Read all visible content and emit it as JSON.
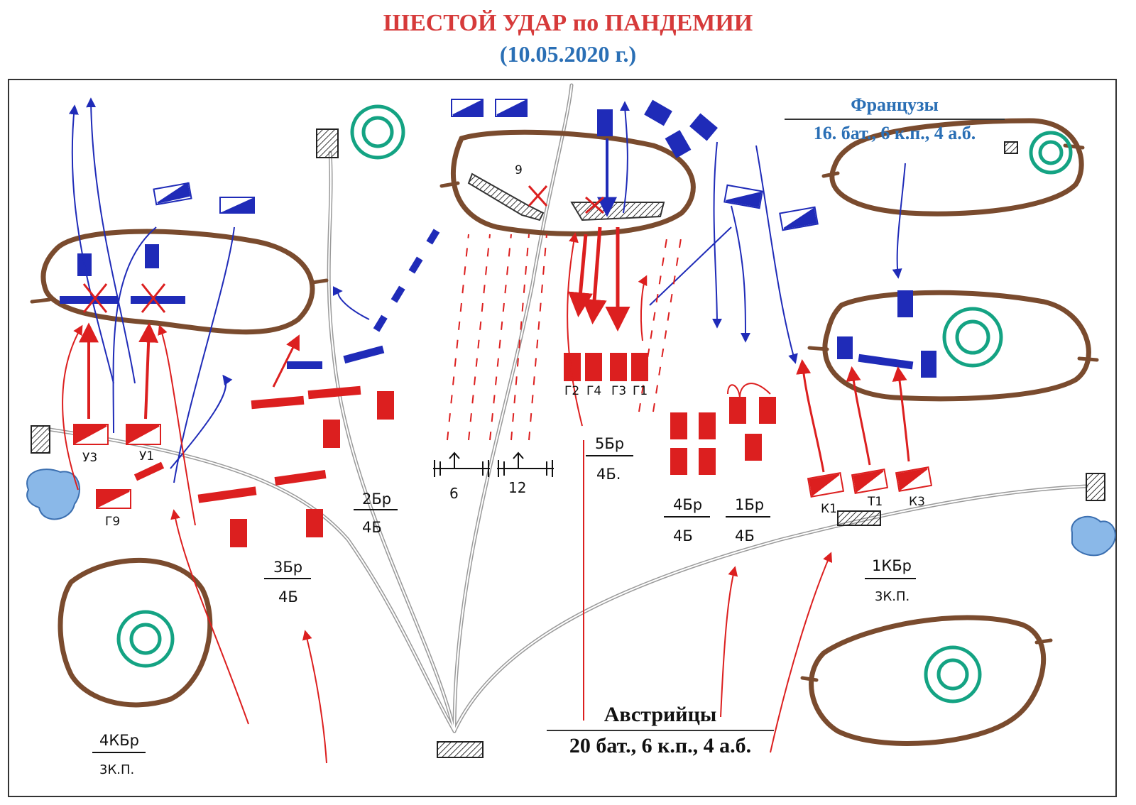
{
  "header": {
    "title": "ШЕСТОЙ УДАР по ПАНДЕМИИ",
    "date": "(10.05.2020 г.)"
  },
  "french": {
    "name": "Французы",
    "stats": "16. бат., 6 к.п., 4 а.б."
  },
  "austrians": {
    "name": "Австрийцы",
    "stats": "20 бат., 6 к.п., 4 а.б."
  },
  "unit_labels": {
    "u3": "У3",
    "u1": "У1",
    "g9": "Г9",
    "g2": "Г2",
    "g4": "Г4",
    "g3": "Г3",
    "g1": "Г1",
    "k1": "К1",
    "t1": "Т1",
    "k3": "К3",
    "nine": "9",
    "battery6": "6",
    "battery12": "12"
  },
  "formations": {
    "b3": {
      "top": "3Бр",
      "bottom": "4Б"
    },
    "b2": {
      "top": "2Бр",
      "bottom": "4Б"
    },
    "b5": {
      "top": "5Бр",
      "bottom": "4Б."
    },
    "b4": {
      "top": "4Бр",
      "bottom": "4Б"
    },
    "b1": {
      "top": "1Бр",
      "bottom": "4Б"
    },
    "kb1": {
      "top": "1КБр",
      "bottom": "3К.П."
    },
    "kb4": {
      "top": "4КБр",
      "bottom": "3К.П."
    }
  },
  "colors": {
    "french": "#1f2bb8",
    "austrian": "#dc1f1f",
    "hill": "#7a4b2e",
    "forest": "#14a383",
    "water": "#8ab8e8",
    "road": "#9a9a9a"
  }
}
